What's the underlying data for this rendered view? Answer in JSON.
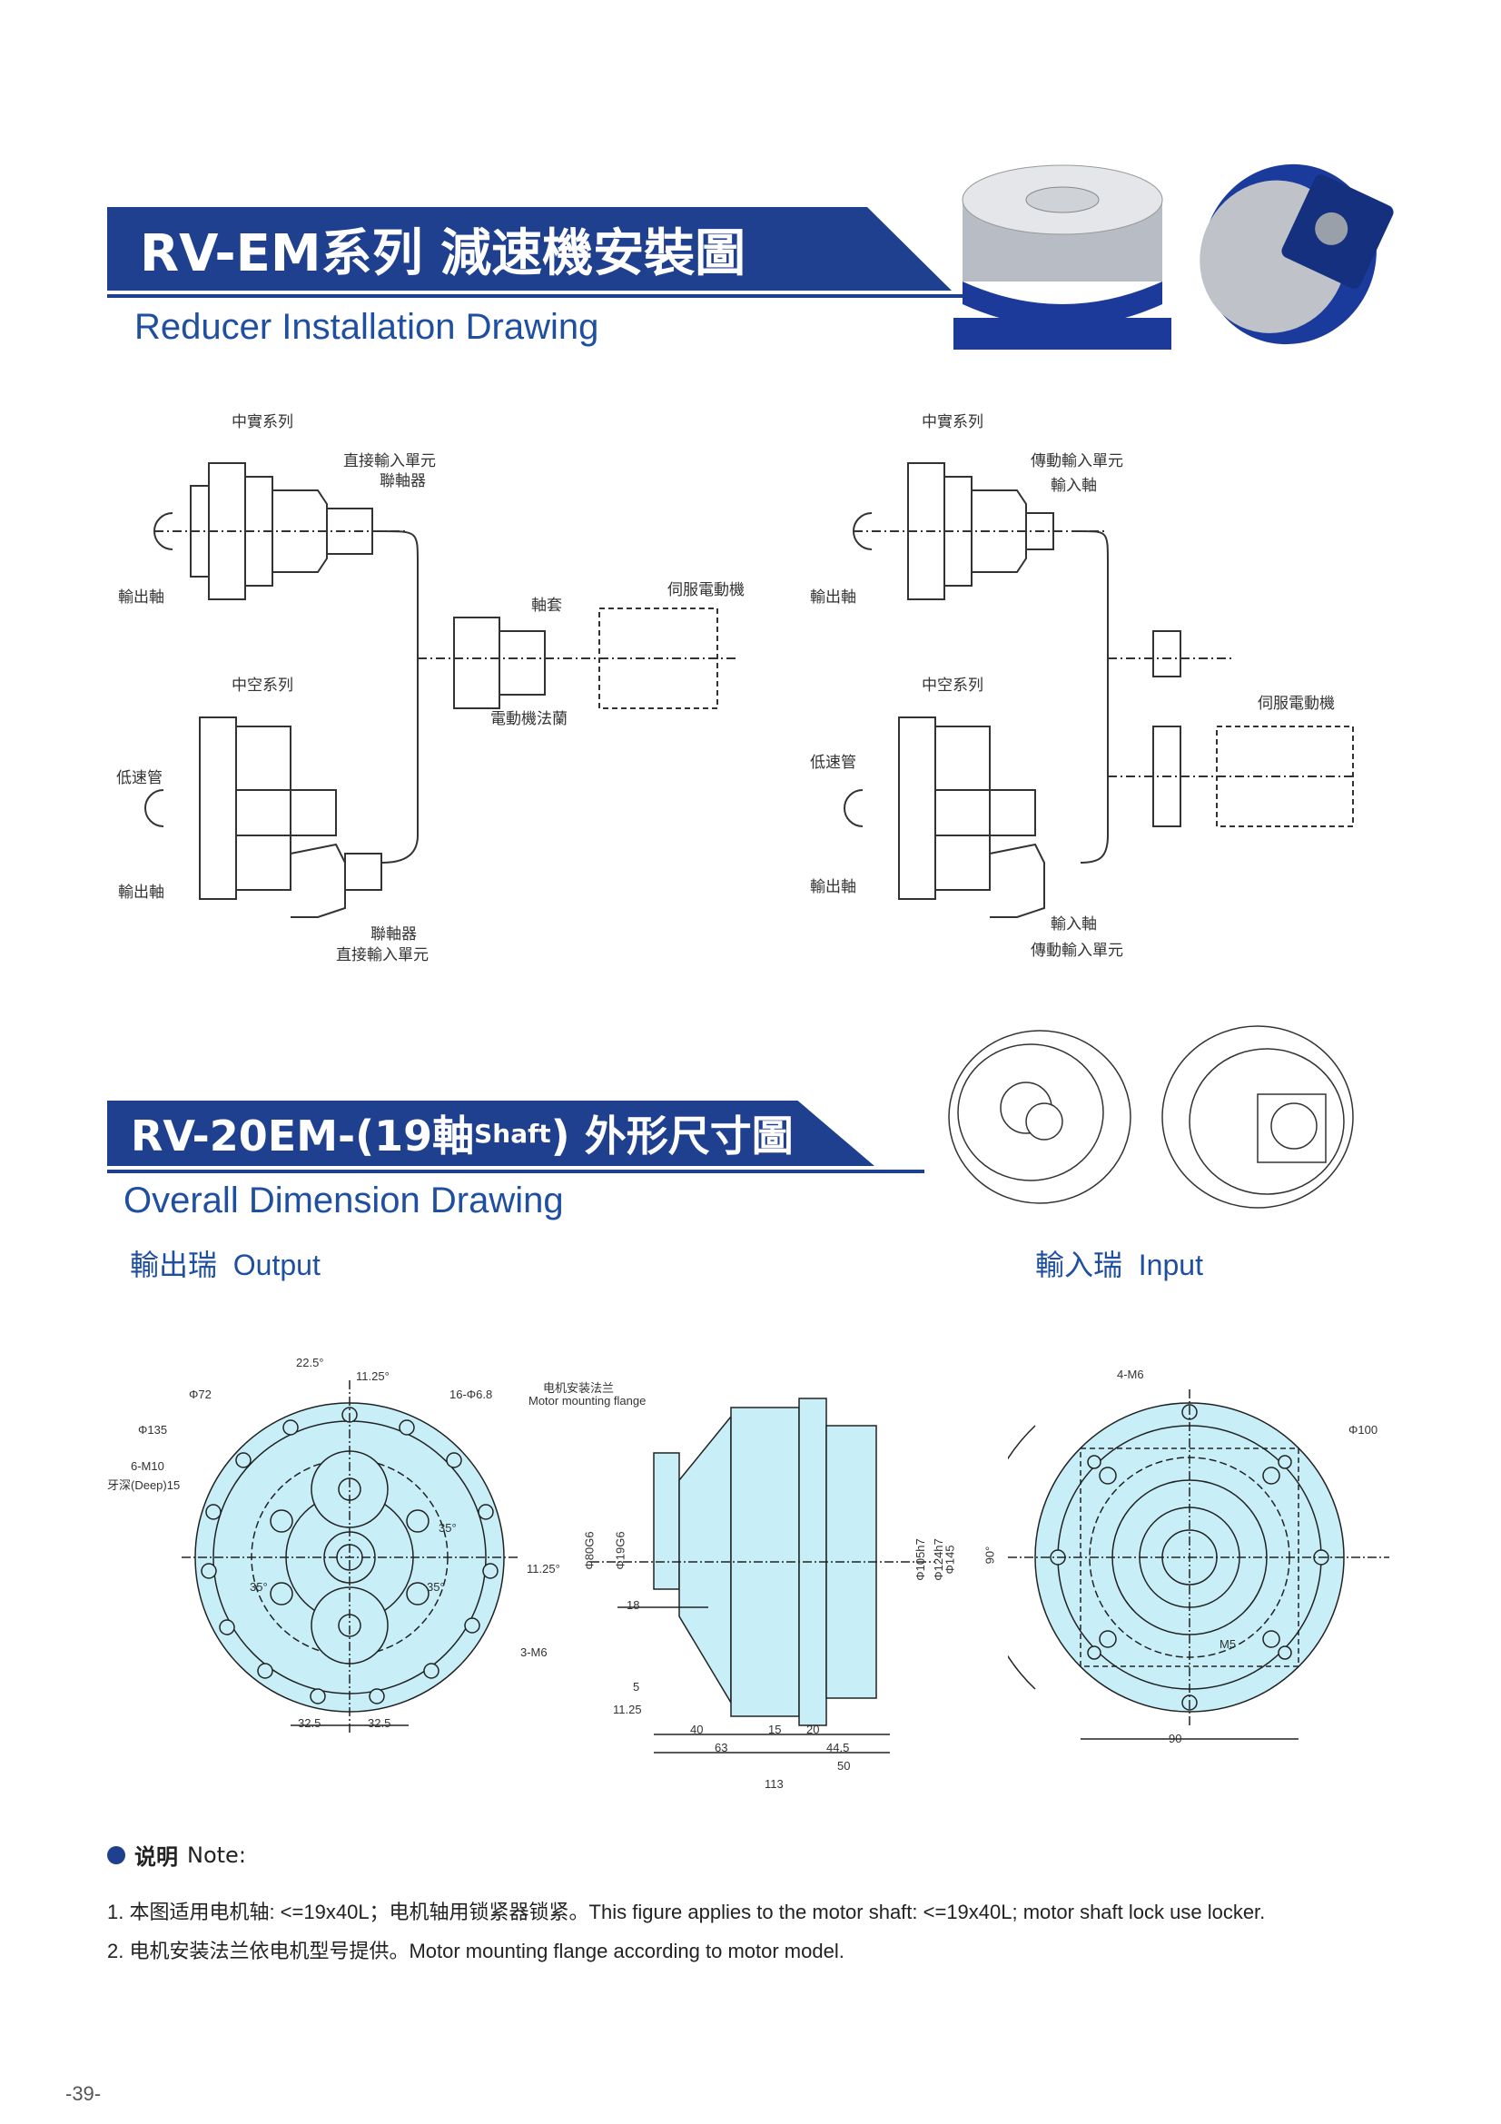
{
  "section1": {
    "title": "RV-EM系列 減速機安裝圖",
    "subtitle": "Reducer Installation Drawing"
  },
  "install_left": {
    "solid_series": "中實系列",
    "direct_input_unit_top": "直接輸入單元",
    "coupling_top": "聯軸器",
    "output_shaft_top": "輸出軸",
    "sleeve": "軸套",
    "servo_motor": "伺服電動機",
    "motor_flange": "電動機法蘭",
    "hollow_series": "中空系列",
    "low_speed_tube": "低速管",
    "output_shaft_bottom": "輸出軸",
    "coupling_bottom": "聯軸器",
    "direct_input_unit_bottom": "直接輸入單元"
  },
  "install_right": {
    "solid_series": "中實系列",
    "transmission_input_unit_top": "傳動輸入單元",
    "input_shaft_top": "輸入軸",
    "output_shaft_top": "輸出軸",
    "servo_motor": "伺服電動機",
    "hollow_series": "中空系列",
    "low_speed_tube": "低速管",
    "output_shaft_bottom": "輸出軸",
    "input_shaft_bottom": "輸入軸",
    "transmission_input_unit_bottom": "傳動輸入單元"
  },
  "section2": {
    "title_a": "RV-20EM-(19軸",
    "title_shaft": "Shaft",
    "title_b": ") 外形尺寸圖",
    "subtitle": "Overall Dimension Drawing",
    "output_label": "輸出瑞  Output",
    "input_label": "輸入瑞  Input"
  },
  "dims_output": {
    "a225": "22.5°",
    "a1125": "11.25°",
    "d72": "Φ72",
    "h16": "16-Φ6.8",
    "d135": "Φ135",
    "m10": "6-M10",
    "deep": "牙深(Deep)15",
    "a35a": "35°",
    "a35b": "35°",
    "a35c": "35°",
    "a1125b": "11.25°",
    "m6": "3-M6",
    "w1": "32.5",
    "w2": "32.5"
  },
  "dims_side": {
    "flange_cn": "电机安装法兰",
    "flange_en": "Motor mounting flange",
    "d80": "Φ80G6",
    "d19": "Φ19G6",
    "d18": "18",
    "d5": "5",
    "d1125": "11.25",
    "d40": "40",
    "d63": "63",
    "d15": "15",
    "d20": "20",
    "d445": "44.5",
    "d50": "50",
    "d113": "113",
    "d105": "Φ105h7",
    "d124": "Φ124h7",
    "d145": "Φ145"
  },
  "dims_input": {
    "m6": "4-M6",
    "d100": "Φ100",
    "a90": "90°",
    "m5": "M5",
    "w90": "90"
  },
  "notes": {
    "heading_cn": "说明",
    "heading_en": "Note:",
    "line1": "1. 本图适用电机轴: <=19x40L；电机轴用锁紧器锁紧。This figure applies to the motor shaft: <=19x40L; motor shaft lock use locker.",
    "line2": "2. 电机安装法兰依电机型号提供。Motor mounting flange according to motor model."
  },
  "page_number": "-39-",
  "colors": {
    "brand_blue": "#1f3f8f",
    "drawing_fill": "#c8eef8",
    "accent_blue": "#1f4fa0"
  }
}
